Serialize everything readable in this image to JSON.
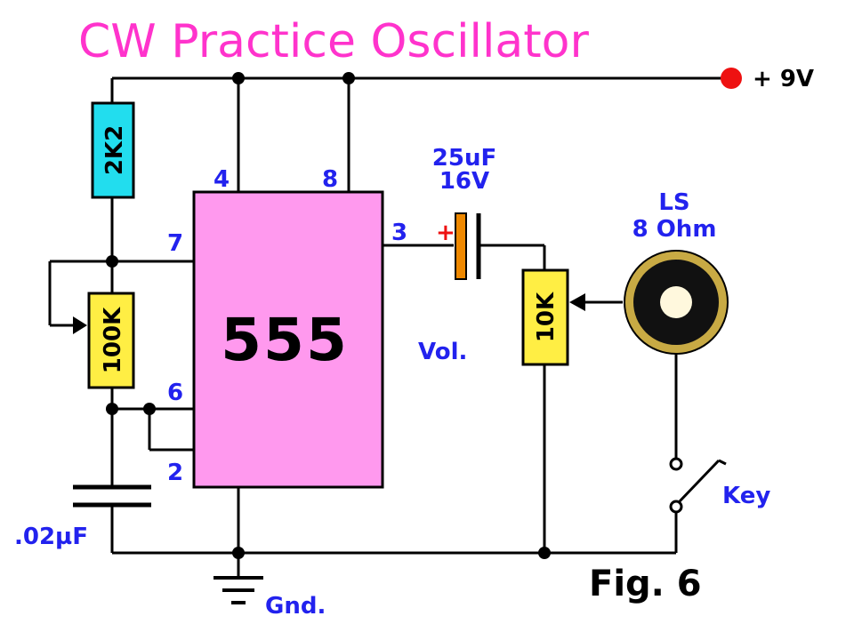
{
  "title": "CW Practice Oscillator",
  "supply": {
    "label": "+ 9V"
  },
  "chip": {
    "label": "555"
  },
  "pins": {
    "p4": "4",
    "p8": "8",
    "p7": "7",
    "p3": "3",
    "p6": "6",
    "p2": "2"
  },
  "resistors": {
    "r1": "2K2",
    "r2": "100K",
    "volume_pot": "10K"
  },
  "capacitors": {
    "timing": ".02µF",
    "coupling_value": "25uF",
    "coupling_voltage": "16V",
    "polarity": "+"
  },
  "speaker": {
    "name": "LS",
    "impedance": "8 Ohm"
  },
  "volume_label": "Vol.",
  "key_label": "Key",
  "ground_label": "Gnd.",
  "figure_label": "Fig. 6",
  "colors": {
    "title": "#ff33cc",
    "chip_fill": "#ff99ee",
    "resistor_cyan": "#22ddee",
    "resistor_yellow": "#ffee44",
    "pin_labels": "#2222ee",
    "supply_dot": "#ee1111",
    "polarity": "#ee1111",
    "capacitor_plate": "#ee8800"
  }
}
